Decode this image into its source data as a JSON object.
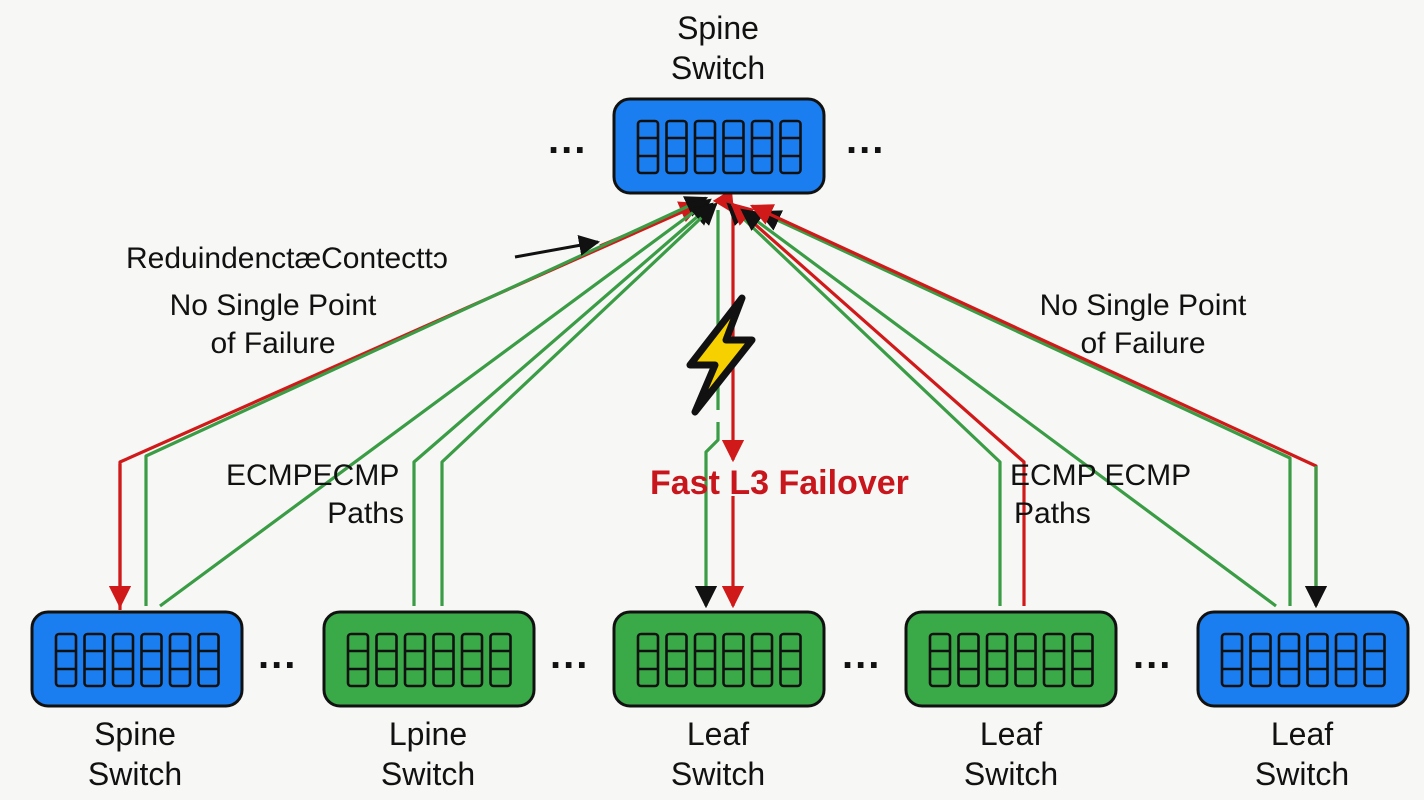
{
  "colors": {
    "spine_blue": "#1a7ef0",
    "leaf_green": "#3aaa48",
    "link_green": "#3a9c45",
    "link_red": "#d01a1a",
    "failover_text": "#c8161d",
    "bolt_yellow": "#f7d000",
    "background": "#f7f7f5"
  },
  "top_switch": {
    "label_line1": "Spine",
    "label_line2": "Switch",
    "type": "spine",
    "icon": "switch-ports-icon"
  },
  "bottom_switches": [
    {
      "label_line1": "Spine",
      "label_line2": "Switch",
      "type": "spine"
    },
    {
      "label_line1": "Lpine",
      "label_line2": "Switch",
      "type": "leaf"
    },
    {
      "label_line1": "Leaf",
      "label_line2": "Switch",
      "type": "leaf"
    },
    {
      "label_line1": "Leaf",
      "label_line2": "Switch",
      "type": "leaf"
    },
    {
      "label_line1": "Leaf",
      "label_line2": "Switch",
      "type": "spine"
    }
  ],
  "ellipsis": "...",
  "annotations": {
    "redundant": "ReduindenctæContecttɔ",
    "nspof_left_1": "No Single Point",
    "nspof_left_2": "of Failure",
    "nspof_right_1": "No Single Point",
    "nspof_right_2": "of Failure",
    "ecmp_left_1": "ECMPECMP",
    "ecmp_left_2": "Paths",
    "ecmp_right_1": "ECMP ECMP",
    "ecmp_right_2": "Paths",
    "failover": "Fast L3 Failover"
  },
  "icons": {
    "failure": "lightning-bolt-icon",
    "ports": "switch-ports-icon"
  }
}
